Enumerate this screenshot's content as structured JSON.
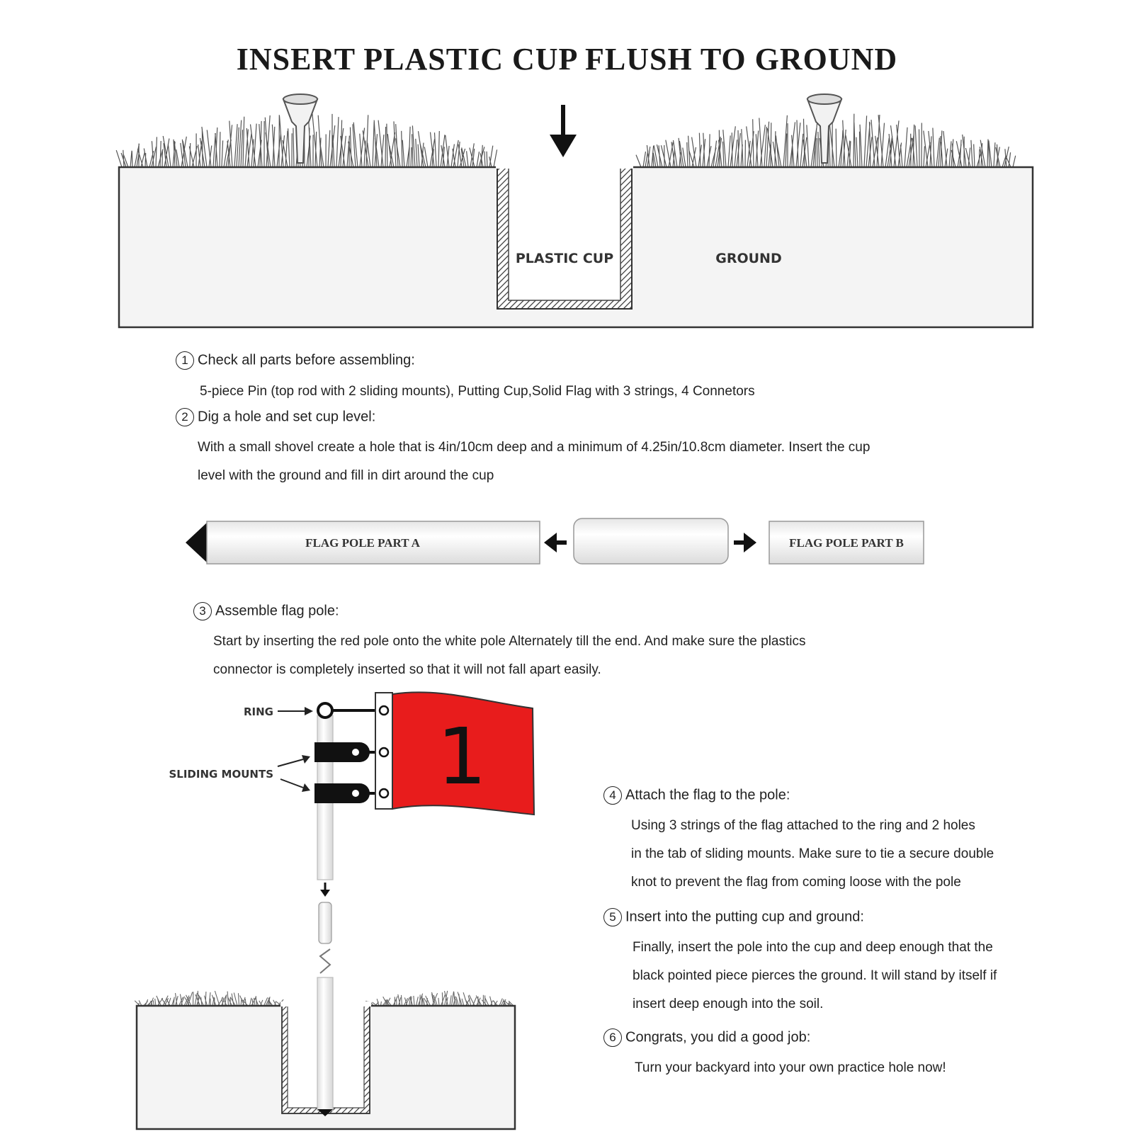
{
  "title": "INSERT PLASTIC CUP FLUSH TO GROUND",
  "diagram_top": {
    "cup_label": "PLASTIC CUP",
    "ground_label": "GROUND"
  },
  "steps": [
    {
      "number": "1",
      "heading": "Check all parts before assembling:",
      "lines": [
        "5-piece Pin (top rod with 2 sliding mounts), Putting Cup,Solid Flag with 3 strings, 4 Connetors"
      ]
    },
    {
      "number": "2",
      "heading": "Dig a hole and set cup level:",
      "lines": [
        "With a small shovel create a hole that is 4in/10cm deep and a minimum of 4.25in/10.8cm diameter.  Insert the cup",
        "level with the ground  and fill in dirt around the cup"
      ]
    },
    {
      "number": "3",
      "heading": "Assemble flag pole:",
      "lines": [
        "Start by inserting the red pole onto the white pole Alternately till the end. And make sure the plastics",
        "connector is completely inserted so that it will not fall apart easily."
      ]
    },
    {
      "number": "4",
      "heading": "Attach the flag to the pole:",
      "lines": [
        "Using 3 strings of the flag attached to the ring and 2 holes",
        "in the tab of sliding mounts. Make sure to tie a secure double",
        "knot to prevent the flag from coming loose with the pole"
      ]
    },
    {
      "number": "5",
      "heading": "Insert into the putting cup and ground:",
      "lines": [
        "Finally, insert the pole into the cup and deep enough that the",
        "black pointed piece pierces the ground. It will stand by itself if",
        "insert deep enough into the soil."
      ]
    },
    {
      "number": "6",
      "heading": "Congrats, you did a good job:",
      "lines": [
        "Turn your backyard into your own practice hole now!"
      ]
    }
  ],
  "pole_diagram": {
    "part_a_label": "FLAG POLE PART A",
    "part_b_label": "FLAG POLE PART B"
  },
  "flag_diagram": {
    "ring_label": "RING",
    "mounts_label": "SLIDING MOUNTS",
    "flag_number": "1",
    "flag_color": "#e81c1c"
  }
}
